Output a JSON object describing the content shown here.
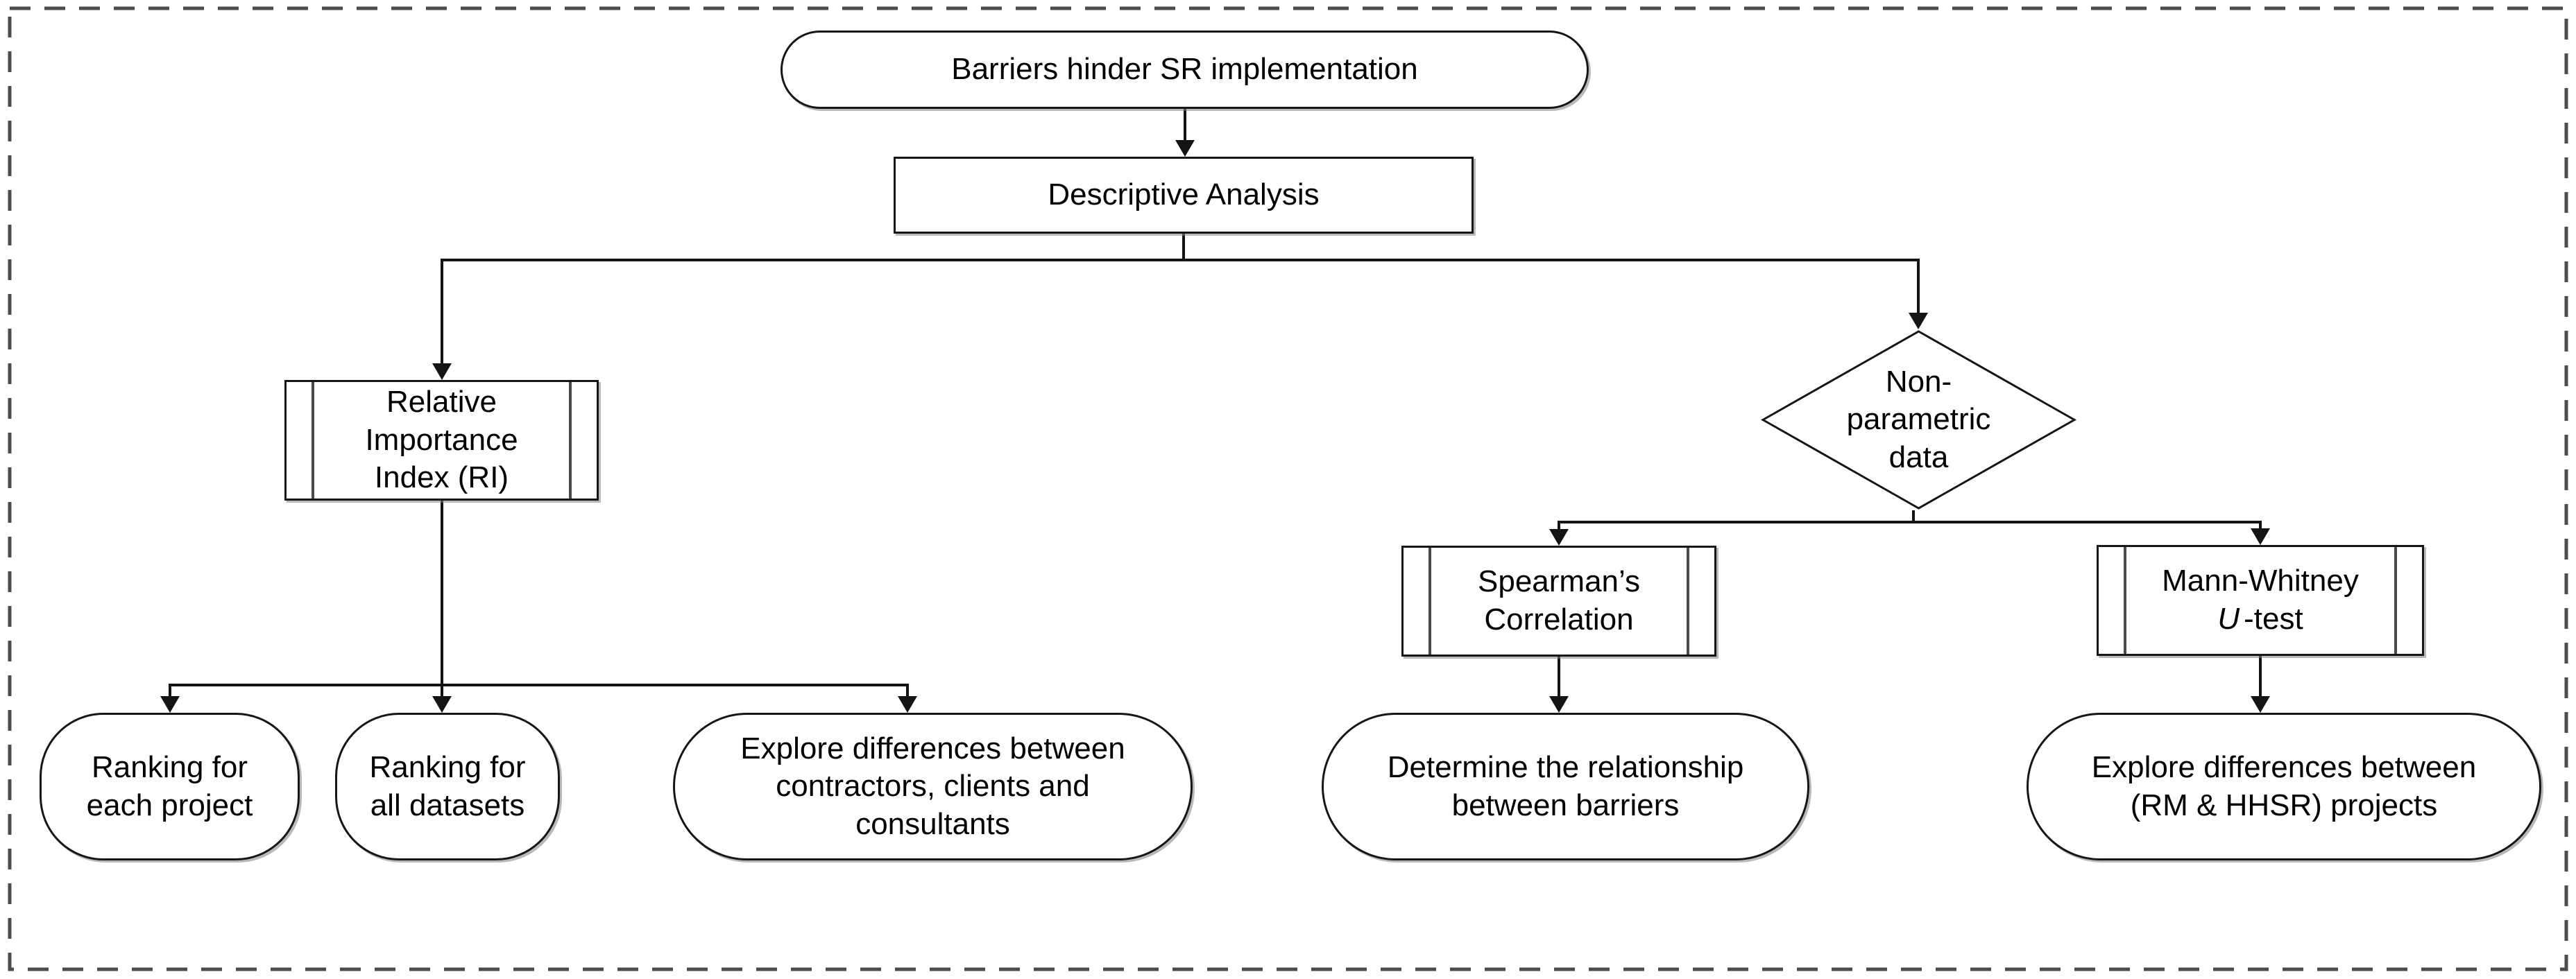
{
  "diagram": {
    "description": "Flowchart of statistical analysis of barriers hindering SR implementation",
    "colors": {
      "background": "#ffffff",
      "line": "#141414",
      "shape_border": "#161616",
      "shape_fill": "#ffffff",
      "frame_dash": "#4d4d4d",
      "text": "#000000"
    },
    "nodes": {
      "start": {
        "label": "Barriers hinder SR implementation",
        "type": "terminator"
      },
      "descriptive_analysis": {
        "label": "Descriptive Analysis",
        "type": "process"
      },
      "relative_importance_index": {
        "label": "Relative Importance Index (RI)",
        "type": "predefined-process"
      },
      "non_parametric_data": {
        "label": "Non-parametric data",
        "type": "decision"
      },
      "spearman_correlation": {
        "label": "Spearman’s Correlation",
        "type": "predefined-process"
      },
      "mann_whitney": {
        "prefix": "Mann-Whitney",
        "italic_letter": "U",
        "suffix": "-test",
        "type": "predefined-process"
      },
      "ranking_each_project": {
        "label": "Ranking for each project",
        "type": "terminator"
      },
      "ranking_all_datasets": {
        "label": "Ranking for all datasets",
        "type": "terminator"
      },
      "explore_contractors": {
        "label": "Explore differences between contractors, clients and consultants",
        "type": "terminator"
      },
      "determine_relationship": {
        "label": "Determine the relationship between barriers",
        "type": "terminator"
      },
      "explore_projects": {
        "label": "Explore differences between (RM & HHSR) projects",
        "type": "terminator"
      }
    }
  }
}
